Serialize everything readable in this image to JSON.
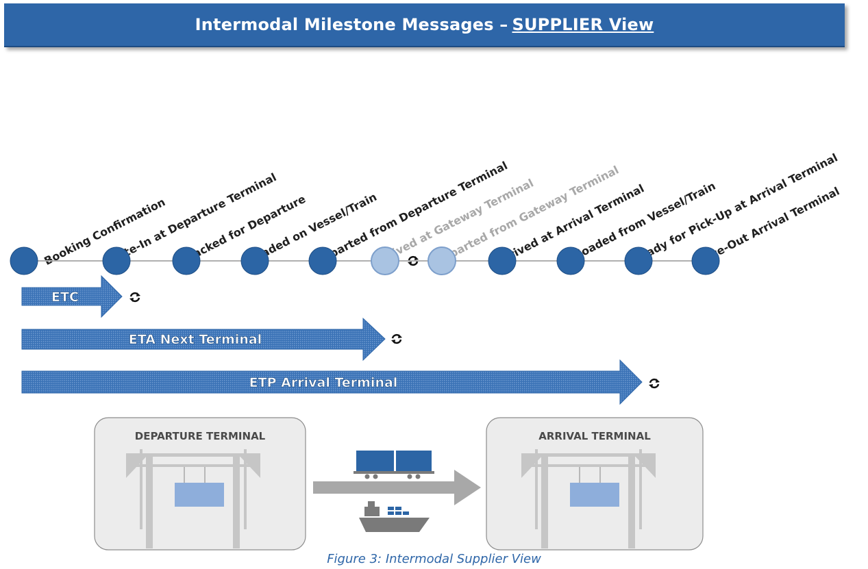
{
  "banner": {
    "title_prefix": "Intermodal Milestone Messages –",
    "title_emphasis": "SUPPLIER View"
  },
  "milestones": [
    {
      "label": "Booking Confirmation",
      "state": "active"
    },
    {
      "label": "Gate-In at Departure Terminal",
      "state": "active"
    },
    {
      "label": "Stacked for Departure",
      "state": "active"
    },
    {
      "label": "Loaded on Vessel/Train",
      "state": "active"
    },
    {
      "label": "Departed from Departure Terminal",
      "state": "active"
    },
    {
      "label": "Arrived at Gateway Terminal",
      "state": "optional"
    },
    {
      "label": "Departed from Gateway Terminal",
      "state": "optional"
    },
    {
      "label": "Arrived at Arrival Terminal",
      "state": "active"
    },
    {
      "label": "Unloaded from Vessel/Train",
      "state": "active"
    },
    {
      "label": "Ready for Pick-Up at Arrival Terminal",
      "state": "active"
    },
    {
      "label": "Gate-Out Arrival Terminal",
      "state": "active"
    }
  ],
  "estimates": [
    {
      "label": "ETC"
    },
    {
      "label": "ETA Next Terminal"
    },
    {
      "label": "ETP Arrival Terminal"
    }
  ],
  "terminals": {
    "departure": {
      "title": "DEPARTURE TERMINAL"
    },
    "arrival": {
      "title": "ARRIVAL TERMINAL"
    }
  },
  "caption": "Figure 3: Intermodal Supplier View",
  "colors": {
    "primary_blue": "#2e66a8",
    "node_active": "#2c65a5",
    "node_optional": "#a9c3e2",
    "label_muted": "#a8a8a8",
    "terminal_box": "#ececec",
    "crane_gray": "#c6c6c6",
    "container_light": "#8eaedb"
  },
  "icons": {
    "refresh": "refresh-icon",
    "train": "train-icon",
    "ship": "ship-icon",
    "crane": "crane-icon",
    "transport_arrow": "arrow-right-icon"
  }
}
